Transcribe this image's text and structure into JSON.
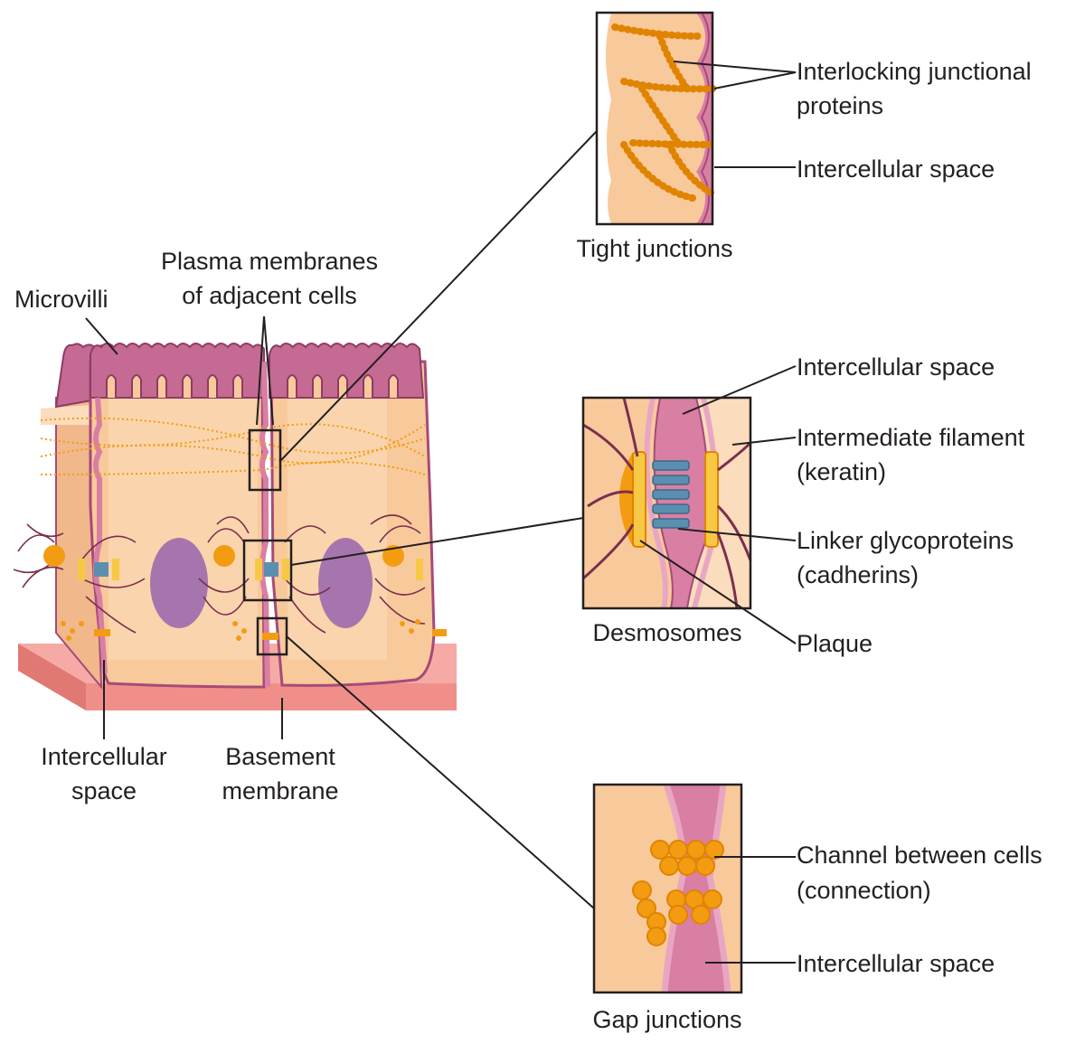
{
  "colors": {
    "cell_fill": "#f8c99a",
    "cell_fill_light": "#fbdcbc",
    "membrane": "#a54a7a",
    "membrane_light": "#e9a6c3",
    "intercellular": "#d97fa3",
    "microvilli": "#c56a93",
    "protein": "#f39c12",
    "protein_dark": "#e08400",
    "plaque": "#f7c843",
    "cadherin": "#5b8fb0",
    "filament": "#7a2f4f",
    "nucleus": "#a775ad",
    "basement": "#f08f8a",
    "basement_dark": "#e07873",
    "line": "#231f20"
  },
  "labels": {
    "microvilli": "Microvilli",
    "plasma_membranes_line1": "Plasma membranes",
    "plasma_membranes_line2": "of adjacent cells",
    "intercellular_space_line1": "Intercellular",
    "intercellular_space_line2": "space",
    "basement_membrane_line1": "Basement",
    "basement_membrane_line2": "membrane"
  },
  "tight_panel": {
    "caption": "Tight junctions",
    "proteins_line1": "Interlocking junctional",
    "proteins_line2": "proteins",
    "intercellular_space": "Intercellular space"
  },
  "desmosome_panel": {
    "caption": "Desmosomes",
    "intercellular_space": "Intercellular space",
    "filament_line1": "Intermediate filament",
    "filament_line2": "(keratin)",
    "linker_line1": "Linker glycoproteins",
    "linker_line2": "(cadherins)",
    "plaque": "Plaque"
  },
  "gap_panel": {
    "caption": "Gap junctions",
    "channel_line1": "Channel between cells",
    "channel_line2": "(connection)",
    "intercellular_space": "Intercellular space"
  }
}
